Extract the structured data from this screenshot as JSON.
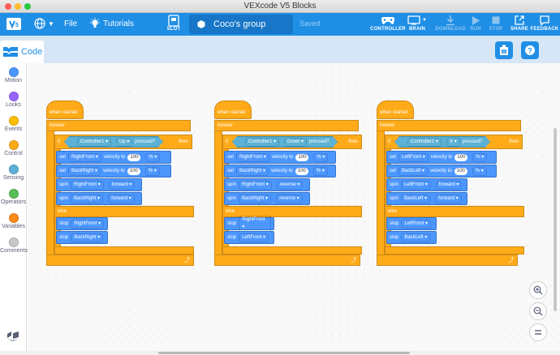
{
  "window": {
    "title": "VEXcode V5 Blocks"
  },
  "menubar": {
    "file": "File",
    "tutorials": "Tutorials",
    "slot": "SLOT",
    "project_name": "Coco's group",
    "saved": "Saved",
    "tools": {
      "controller": "CONTROLLER",
      "brain": "BRAIN",
      "download": "DOWNLOAD",
      "run": "RUN",
      "stop": "STOP",
      "share": "SHARE",
      "feedback": "FEEDBACK"
    }
  },
  "tab": {
    "code": "Code"
  },
  "categories": [
    {
      "label": "Motion",
      "color": "#4c97ff"
    },
    {
      "label": "Looks",
      "color": "#9966ff"
    },
    {
      "label": "Events",
      "color": "#ffbf00"
    },
    {
      "label": "Control",
      "color": "#ffab19"
    },
    {
      "label": "Sensing",
      "color": "#5cb1d6"
    },
    {
      "label": "Operators",
      "color": "#59c059"
    },
    {
      "label": "Variables",
      "color": "#ff8c1a"
    },
    {
      "label": "Comments",
      "color": "#c8c8c8"
    }
  ],
  "blocks": {
    "when_started": "when started",
    "forever": "forever",
    "if": "if",
    "then": "then",
    "else": "else",
    "pressed": "pressed?",
    "velocity_to": "velocity to",
    "set": "set",
    "spin": "spin",
    "stop": "stop",
    "percent": "%",
    "hundred": "100"
  },
  "scripts": [
    {
      "controller": "Controller1",
      "button": "Up",
      "set": [
        {
          "motor": "RightFront"
        },
        {
          "motor": "BackRight"
        }
      ],
      "spin": [
        {
          "motor": "RightFront",
          "dir": "forward"
        },
        {
          "motor": "BackRight",
          "dir": "forward"
        }
      ],
      "stop": [
        "RightFront",
        "BackRight"
      ]
    },
    {
      "controller": "Controller1",
      "button": "Down",
      "set": [
        {
          "motor": "RightFront"
        },
        {
          "motor": "BackRight"
        }
      ],
      "spin": [
        {
          "motor": "RightFront",
          "dir": "reverse"
        },
        {
          "motor": "BackRight",
          "dir": "reverse"
        }
      ],
      "stop": [
        "RightFront",
        "LeftFront"
      ]
    },
    {
      "controller": "Controller1",
      "button": "X",
      "set": [
        {
          "motor": "LeftFront"
        },
        {
          "motor": "BackLeft"
        }
      ],
      "spin": [
        {
          "motor": "LeftFront",
          "dir": "forward"
        },
        {
          "motor": "BackLeft",
          "dir": "forward"
        }
      ],
      "stop": [
        "LeftFront",
        "BackLeft"
      ]
    }
  ]
}
